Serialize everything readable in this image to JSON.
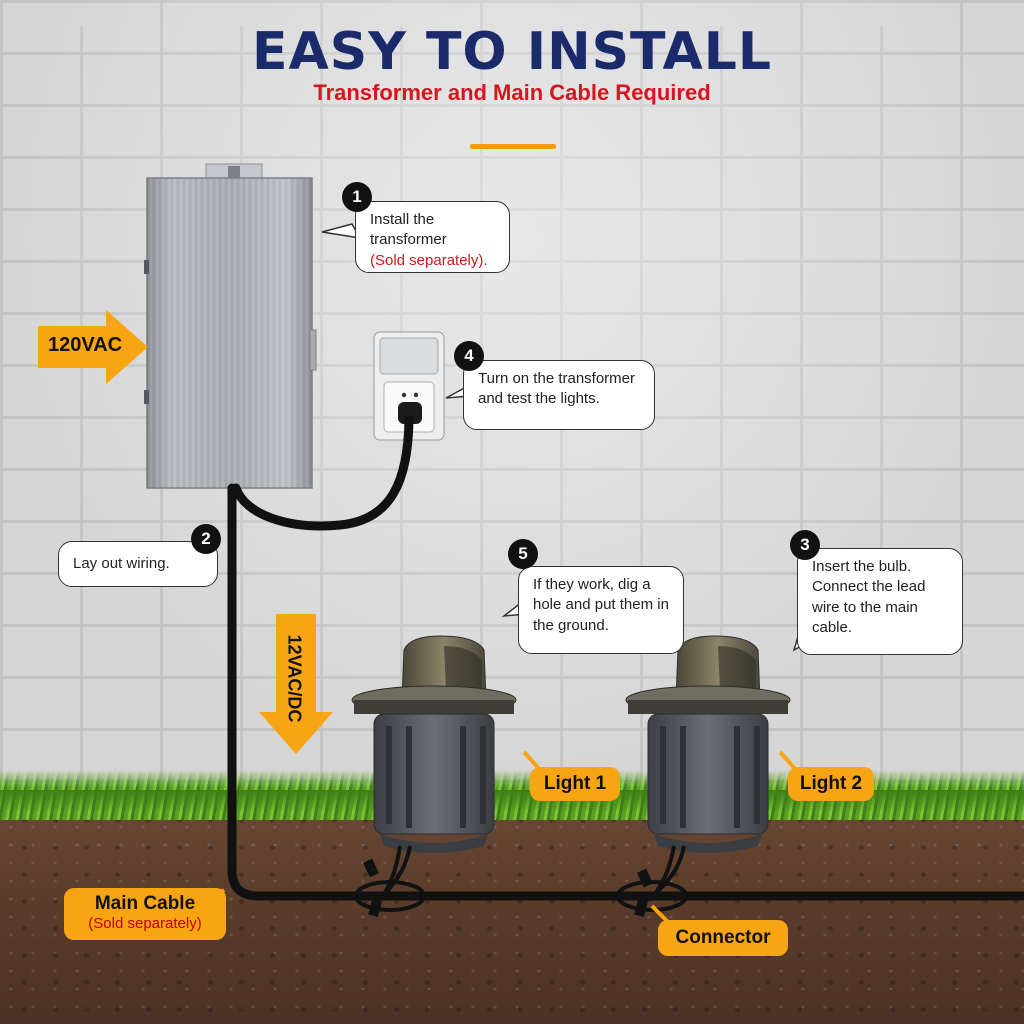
{
  "header": {
    "title": "EASY TO INSTALL",
    "subtitle": "Transformer and Main Cable Required"
  },
  "steps": [
    {
      "number": "1",
      "text": "Install the transformer",
      "note": "(Sold separately)."
    },
    {
      "number": "2",
      "text": "Lay out wiring."
    },
    {
      "number": "3",
      "text": "Insert the bulb. Connect the lead wire to the main cable."
    },
    {
      "number": "4",
      "text": "Turn on the transformer and test the lights."
    },
    {
      "number": "5",
      "text": "If they work, dig a hole and put them in the ground."
    }
  ],
  "labels": {
    "input_voltage": "120VAC",
    "output_voltage": "12VAC/DC",
    "light1": "Light 1",
    "light2": "Light 2",
    "main_cable": "Main Cable",
    "main_cable_note": "(Sold separately)",
    "connector": "Connector"
  },
  "colors": {
    "title": "#1a2a6b",
    "subtitle": "#d8141e",
    "accent": "#f7a513",
    "cable": "#111111"
  }
}
